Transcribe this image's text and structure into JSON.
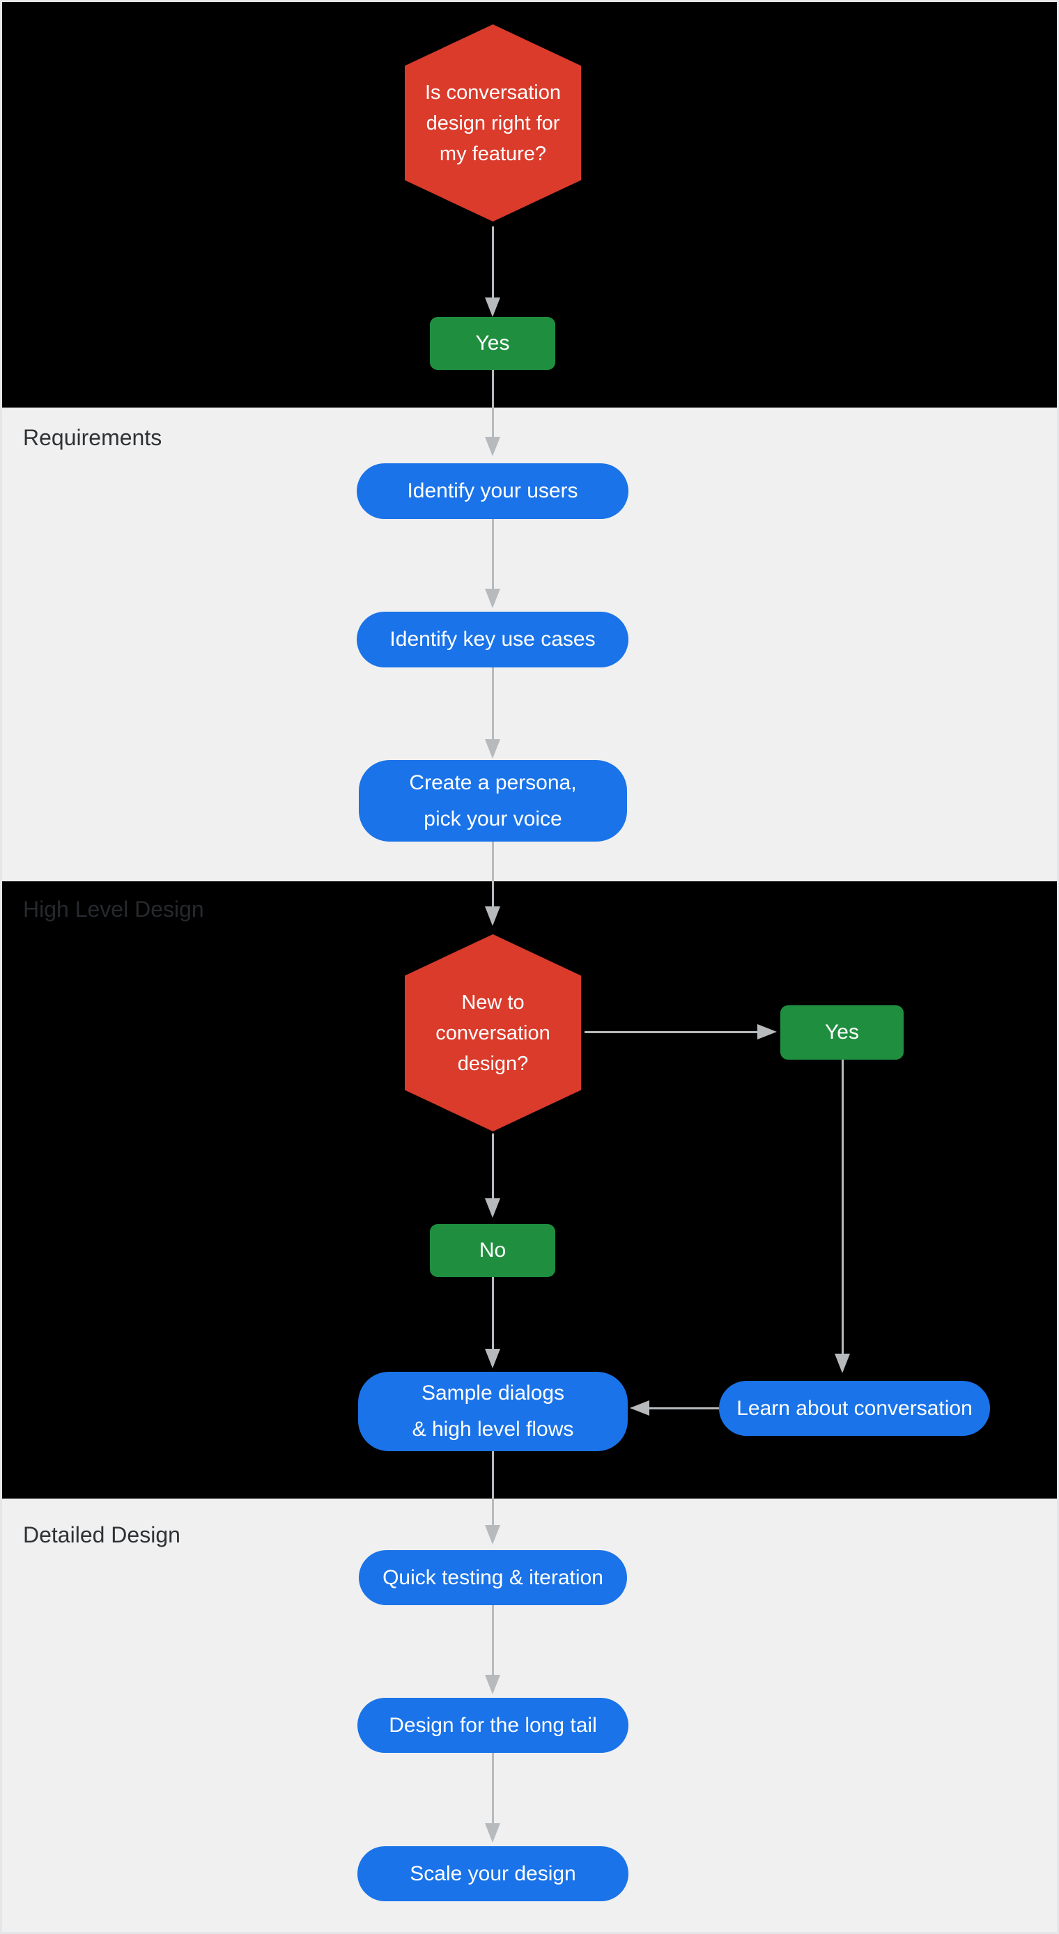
{
  "sections": {
    "requirements": {
      "label": "Requirements"
    },
    "high_level_design": {
      "label": "High Level Design"
    },
    "detailed_design": {
      "label": "Detailed Design"
    }
  },
  "nodes": {
    "q_feature": {
      "line1": "Is conversation",
      "line2": "design right for",
      "line3": "my feature?"
    },
    "yes_feature": {
      "label": "Yes"
    },
    "identify_users": {
      "label": "Identify your users"
    },
    "identify_use_cases": {
      "label": "Identify key use cases"
    },
    "create_persona": {
      "line1": "Create a persona,",
      "line2": "pick your voice"
    },
    "q_new_to_design": {
      "line1": "New to",
      "line2": "conversation",
      "line3": "design?"
    },
    "yes_new": {
      "label": "Yes"
    },
    "no_new": {
      "label": "No"
    },
    "sample_dialogs": {
      "line1": "Sample dialogs",
      "line2": "& high level flows"
    },
    "learn_conversation": {
      "label": "Learn about conversation"
    },
    "quick_testing": {
      "label": "Quick testing & iteration"
    },
    "long_tail": {
      "label": "Design for the long tail"
    },
    "scale_design": {
      "label": "Scale your design"
    }
  },
  "colors": {
    "decision_red": "#da3b2b",
    "answer_green": "#1f8f3f",
    "step_blue": "#1a73e8",
    "arrow_gray": "#b7babd",
    "section_dark": "#000000",
    "section_light": "#f0f0f1",
    "label_on_light": "#2f3336",
    "label_on_dark": "#26292d"
  }
}
